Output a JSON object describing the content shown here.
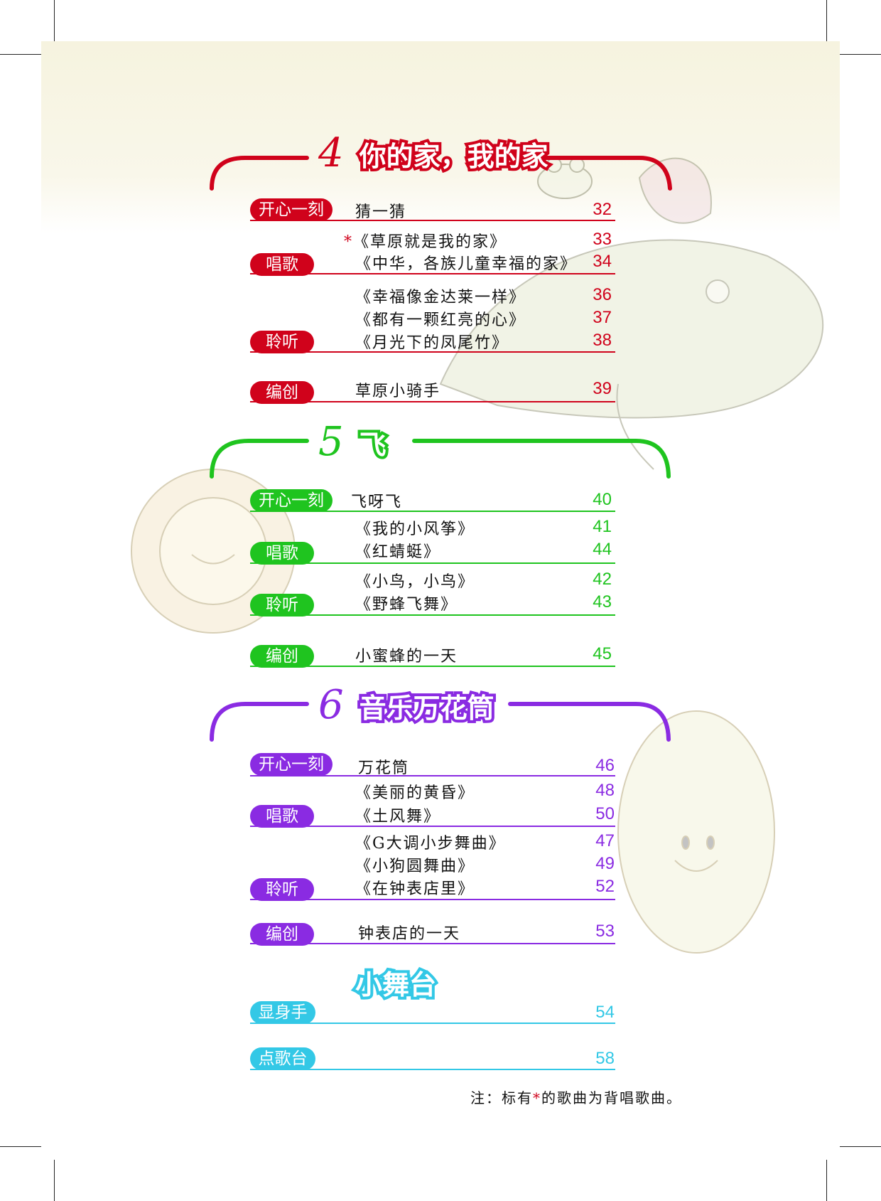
{
  "colors": {
    "red": "#d0021b",
    "green": "#1fc41f",
    "purple": "#8a2be2",
    "cyan": "#33c8e6"
  },
  "sections": [
    {
      "number": "4",
      "title": "你的家，我的家",
      "rows": [
        {
          "label": "开心一刻",
          "items": [
            {
              "text": "猜一猜",
              "page": "32"
            }
          ]
        },
        {
          "label": "唱歌",
          "items": [
            {
              "star": "*",
              "text": "《草原就是我的家》",
              "page": "33"
            },
            {
              "text": "《中华，各族儿童幸福的家》",
              "page": "34"
            }
          ]
        },
        {
          "label": "聆听",
          "items": [
            {
              "text": "《幸福像金达莱一样》",
              "page": "36"
            },
            {
              "text": "《都有一颗红亮的心》",
              "page": "37"
            },
            {
              "text": "《月光下的凤尾竹》",
              "page": "38"
            }
          ]
        },
        {
          "label": "编创",
          "items": [
            {
              "text": "草原小骑手",
              "page": "39"
            }
          ]
        }
      ]
    },
    {
      "number": "5",
      "title": "飞",
      "rows": [
        {
          "label": "开心一刻",
          "items": [
            {
              "text": "飞呀飞",
              "page": "40"
            }
          ]
        },
        {
          "label": "唱歌",
          "items": [
            {
              "text": "《我的小风筝》",
              "page": "41"
            },
            {
              "text": "《红蜻蜓》",
              "page": "44"
            }
          ]
        },
        {
          "label": "聆听",
          "items": [
            {
              "text": "《小鸟，小鸟》",
              "page": "42"
            },
            {
              "text": "《野蜂飞舞》",
              "page": "43"
            }
          ]
        },
        {
          "label": "编创",
          "items": [
            {
              "text": "小蜜蜂的一天",
              "page": "45"
            }
          ]
        }
      ]
    },
    {
      "number": "6",
      "title": "音乐万花筒",
      "rows": [
        {
          "label": "开心一刻",
          "items": [
            {
              "text": "万花筒",
              "page": "46"
            }
          ]
        },
        {
          "label": "唱歌",
          "items": [
            {
              "text": "《美丽的黄昏》",
              "page": "48"
            },
            {
              "text": "《土风舞》",
              "page": "50"
            }
          ]
        },
        {
          "label": "聆听",
          "items": [
            {
              "text": "《G大调小步舞曲》",
              "page": "47"
            },
            {
              "text": "《小狗圆舞曲》",
              "page": "49"
            },
            {
              "text": "《在钟表店里》",
              "page": "52"
            }
          ]
        },
        {
          "label": "编创",
          "items": [
            {
              "text": "钟表店的一天",
              "page": "53"
            }
          ]
        }
      ]
    }
  ],
  "stage": {
    "title": "小舞台",
    "rows": [
      {
        "label": "显身手",
        "page": "54"
      },
      {
        "label": "点歌台",
        "page": "58"
      }
    ]
  },
  "note": {
    "prefix": "注：标有",
    "star": "*",
    "suffix": "的歌曲为背唱歌曲。"
  }
}
